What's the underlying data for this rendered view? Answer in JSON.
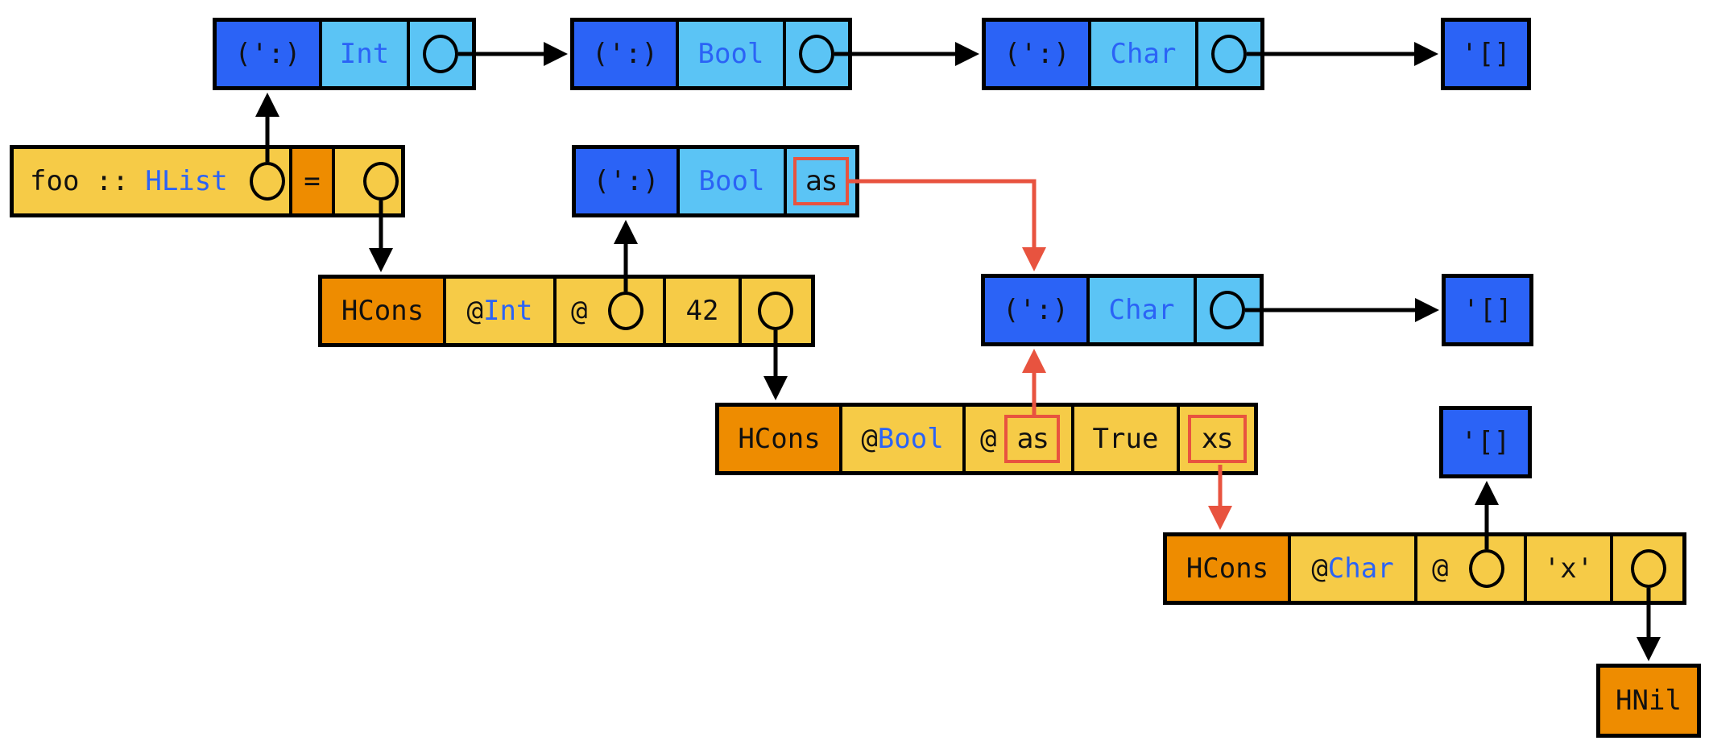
{
  "colors": {
    "type_constructor": "#2B63F6",
    "type_argument": "#5BC4F5",
    "value_cell": "#F6CB47",
    "data_constructor": "#EE8C00",
    "highlight": "#E8533F",
    "type_text": "#2B63F6"
  },
  "type_level": {
    "list_main": [
      {
        "cons": "(':)",
        "elem": "Int"
      },
      {
        "cons": "(':)",
        "elem": "Bool"
      },
      {
        "cons": "(':)",
        "elem": "Char"
      }
    ],
    "nil_main": "'[]",
    "list_as": {
      "cons": "(':)",
      "elem": "Bool",
      "tail": "as"
    },
    "list_inner": {
      "cons": "(':)",
      "elem": "Char"
    },
    "nil_inner": "'[]",
    "nil_tail": "'[]"
  },
  "binding": {
    "name": "foo",
    "sep": "::",
    "type": "HList",
    "equals": "="
  },
  "value_level": {
    "hcons1": {
      "con": "HCons",
      "at": "@",
      "type_arg": "Int",
      "at2": "@",
      "value": "42"
    },
    "hcons2": {
      "con": "HCons",
      "at": "@",
      "type_arg": "Bool",
      "at2": "@",
      "as_label": "as",
      "value": "True",
      "xs_label": "xs"
    },
    "hcons3": {
      "con": "HCons",
      "at": "@",
      "type_arg": "Char",
      "at2": "@",
      "value": "'x'"
    },
    "hnil": "HNil"
  }
}
